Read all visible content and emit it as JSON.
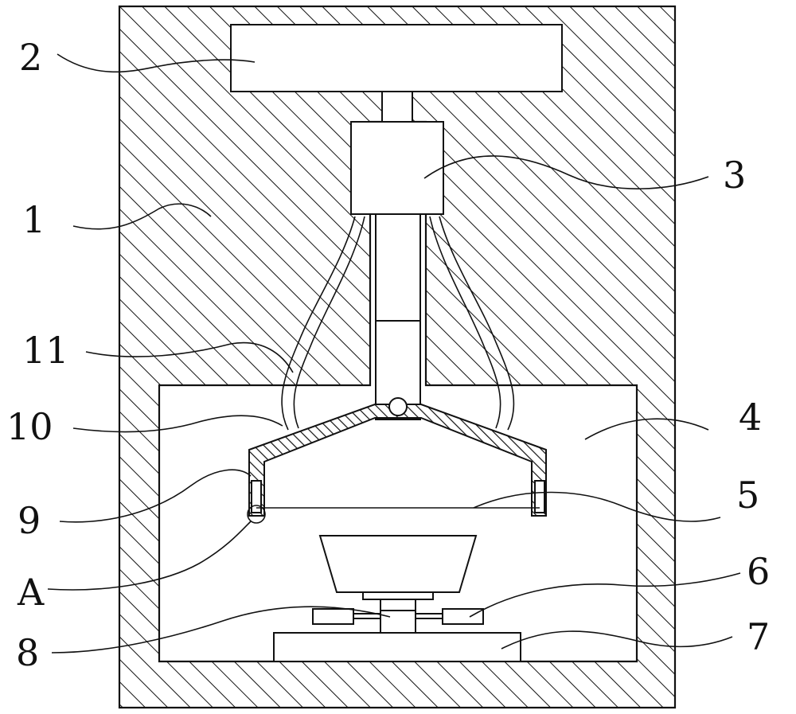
{
  "colors": {
    "ink": "#111111",
    "paper": "#ffffff"
  },
  "labels": {
    "l1": "1",
    "l2": "2",
    "l3": "3",
    "l4": "4",
    "l5": "5",
    "l6": "6",
    "l7": "7",
    "l8": "8",
    "l9": "9",
    "l10": "10",
    "l11": "11",
    "lA": "A"
  }
}
